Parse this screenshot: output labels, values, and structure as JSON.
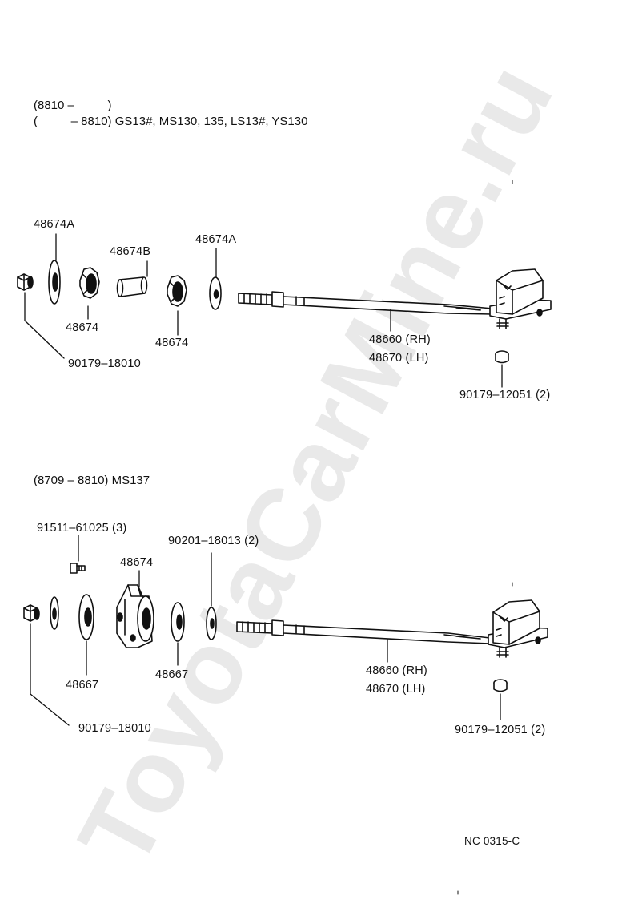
{
  "watermark": "ToyotaCarMine.ru",
  "section1": {
    "header_line1": "(8810 –          )",
    "header_line2": "(          – 8810) GS13#, MS130, 135, LS13#, YS130",
    "labels": {
      "p48674A_left": "48674A",
      "p48674B": "48674B",
      "p48674A_right": "48674A",
      "p48674_left": "48674",
      "p48674_right": "48674",
      "bolt": "90179–18010",
      "rod_rh": "48660 (RH)",
      "rod_lh": "48670 (LH)",
      "nut": "90179–12051 (2)"
    }
  },
  "section2": {
    "header": "(8709 – 8810) MS137",
    "labels": {
      "screw": "91511–61025 (3)",
      "washer": "90201–18013 (2)",
      "mount": "48674",
      "p48667_left": "48667",
      "p48667_right": "48667",
      "bolt": "90179–18010",
      "rod_rh": "48660 (RH)",
      "rod_lh": "48670 (LH)",
      "nut": "90179–12051 (2)"
    }
  },
  "footer_code": "NC 0315-C"
}
